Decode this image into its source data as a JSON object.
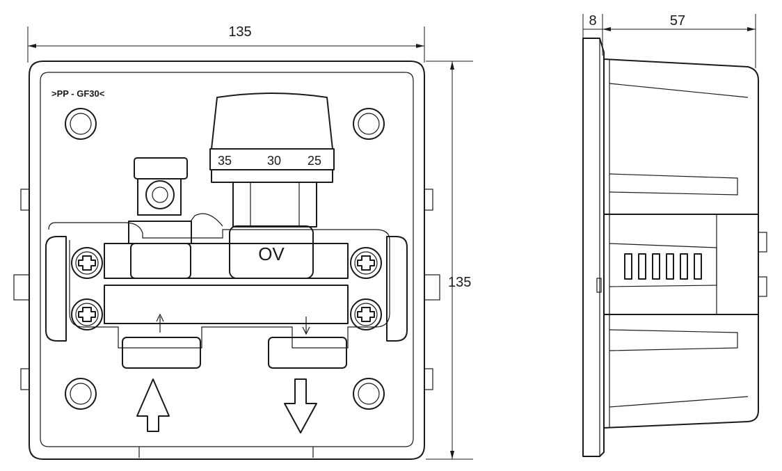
{
  "front_view": {
    "material_mark": ">PP - GF30<",
    "width_dimension": "135",
    "height_dimension": "135",
    "valve_label": "OV",
    "knob_scale": [
      "35",
      "30",
      "25"
    ]
  },
  "side_view": {
    "flange_dimension": "8",
    "depth_dimension": "57"
  }
}
